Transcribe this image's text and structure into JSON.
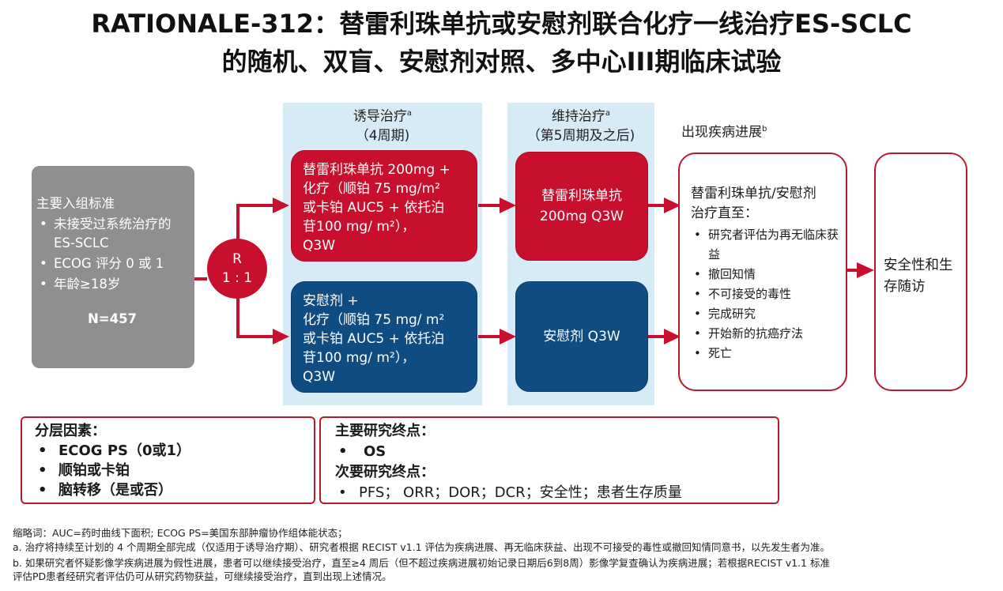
{
  "title": {
    "line1": "RATIONALE-312：替雷利珠单抗或安慰剂联合化疗一线治疗ES-SCLC",
    "line2": "的随机、双盲、安慰剂对照、多中心III期临床试验"
  },
  "inclusion": {
    "heading": "主要入组标准",
    "items": [
      "未接受过系统治疗的ES-SCLC",
      "ECOG 评分 0 或 1",
      "年龄≥18岁"
    ],
    "n": "N=457"
  },
  "randomization": {
    "line1": "R",
    "line2": "1 : 1"
  },
  "induction": {
    "title": "诱导治疗",
    "title_sup": "a",
    "subtitle": "（4周期)"
  },
  "maintenance": {
    "title": "维持治疗",
    "title_sup": "a",
    "subtitle": "（第5周期及之后)"
  },
  "progression": {
    "label": "出现疾病进展",
    "label_sup": "b"
  },
  "arm_red": {
    "induction_lines": [
      "替雷利珠单抗 200mg +",
      "化疗（顺铂 75 mg/m²",
      "或卡铂 AUC5 + 依托泊",
      "苷100 mg/ m²），",
      "Q3W"
    ],
    "maintenance_lines": [
      "替雷利珠单抗",
      "200mg Q3W"
    ]
  },
  "arm_blue": {
    "induction_lines": [
      "安慰剂 +",
      "化疗（顺铂 75 mg/ m²",
      "或卡铂 AUC5 + 依托泊",
      "苷100 mg/ m²），",
      "Q3W"
    ],
    "maintenance_lines": [
      "安慰剂 Q3W"
    ]
  },
  "treatment_until": {
    "heading_lines": [
      "替雷利珠单抗/安慰剂",
      "治疗直至："
    ],
    "items": [
      "研究者评估为再无临床获益",
      "撤回知情",
      "不可接受的毒性",
      "完成研究",
      "开始新的抗癌疗法",
      "死亡"
    ]
  },
  "followup": {
    "lines": [
      "安全性和生",
      "存随访"
    ]
  },
  "stratification": {
    "heading": "分层因素：",
    "items": [
      "ECOG PS（0或1）",
      "顺铂或卡铂",
      "脑转移（是或否）"
    ]
  },
  "endpoints": {
    "primary_heading": "主要研究终点：",
    "primary_items": [
      "OS"
    ],
    "secondary_heading": "次要研究终点：",
    "secondary_items": [
      "PFS； ORR；DOR；DCR；安全性；患者生存质量"
    ]
  },
  "footnotes": {
    "abbr": "缩略词：AUC=药时曲线下面积; ECOG PS=美国东部肿瘤协作组体能状态；",
    "a": "a. 治疗将持续至计划的 4 个周期全部完成（仅适用于诱导治疗期）、研究者根据 RECIST v1.1 评估为疾病进展、再无临床获益、出现不可接受的毒性或撤回知情同意书，以先发生者为准。",
    "b1": "b. 如果研究者怀疑影像学疾病进展为假性进展，患者可以继续接受治疗，直至≥4 周后（但不超过疾病进展初始记录日期后6到8周）影像学复查确认为疾病进展；若根据RECIST v1.1 标准",
    "b2": "评估PD患者经研究者评估仍可从研究药物获益，可继续接受治疗，直到出现上述情况。"
  },
  "colors": {
    "red": "#c8102e",
    "blue": "#0f4c81",
    "grey": "#8f8f8f",
    "shade": "#d7ebf7",
    "outline_red": "#b51c2a"
  }
}
